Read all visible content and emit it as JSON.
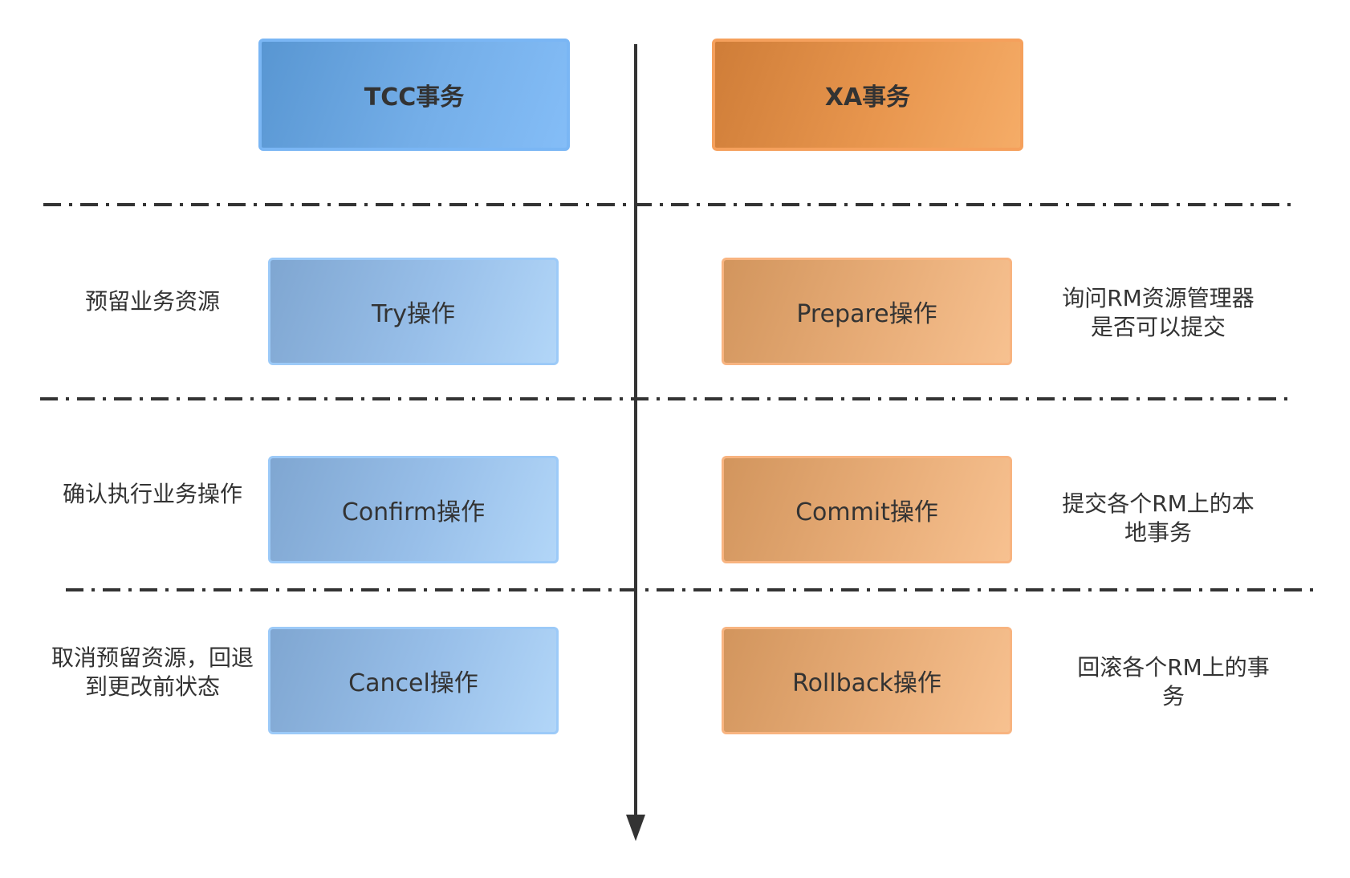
{
  "headers": {
    "tcc": "TCC事务",
    "xa": "XA事务"
  },
  "rows": [
    {
      "tcc_desc": "预留业务资源",
      "tcc_op": "Try操作",
      "xa_op": "Prepare操作",
      "xa_desc": "询问RM资源管理器是否可以提交"
    },
    {
      "tcc_desc": "确认执行业务操作",
      "tcc_op": "Confirm操作",
      "xa_op": "Commit操作",
      "xa_desc": "提交各个RM上的本地事务"
    },
    {
      "tcc_desc": "取消预留资源，回退到更改前状态",
      "tcc_op": "Cancel操作",
      "xa_op": "Rollback操作",
      "xa_desc": "回滚各个RM上的事务"
    }
  ],
  "colors": {
    "tcc_blue": "#74aee8",
    "xa_orange": "#e8964e",
    "line": "#333333"
  }
}
